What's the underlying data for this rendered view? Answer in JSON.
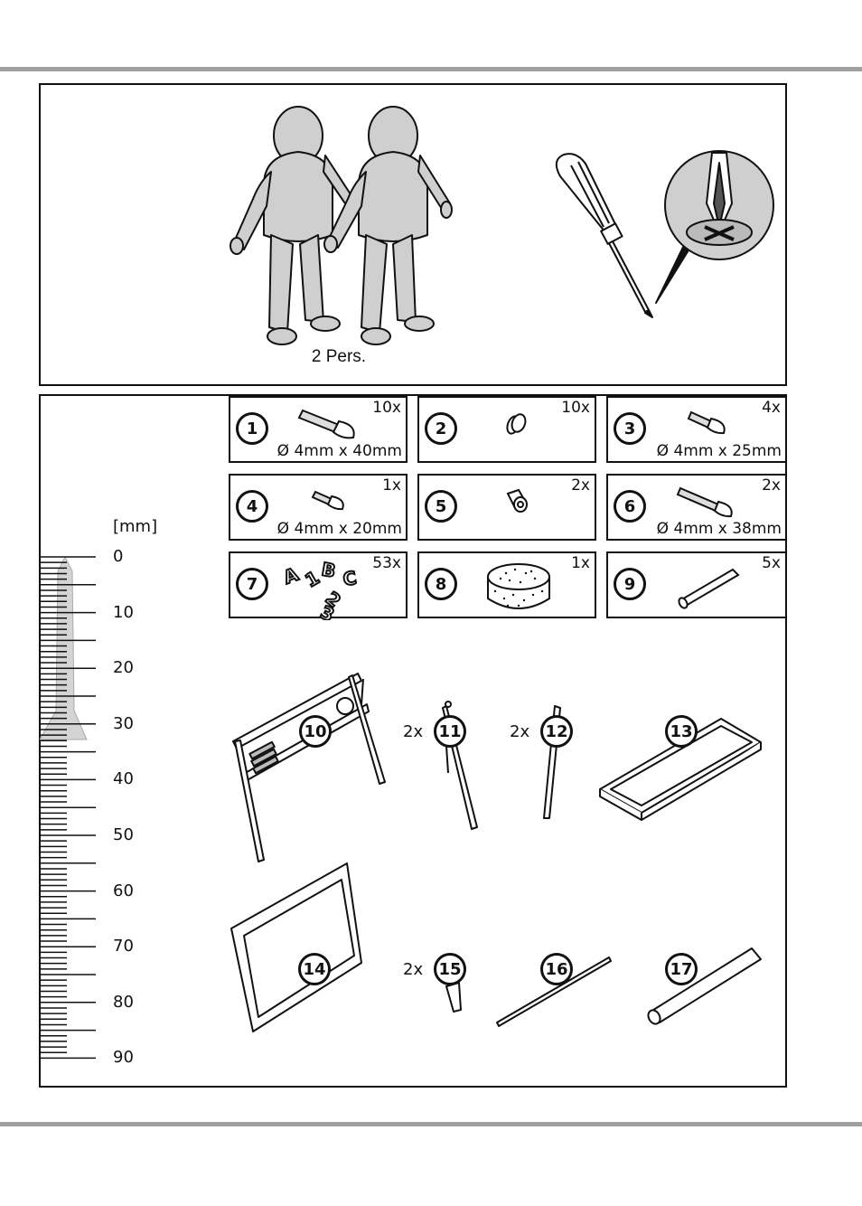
{
  "header_rule_color": "#a0a0a0",
  "tools": {
    "people_label": "2 Pers.",
    "tool_icon": "phillips-screwdriver-icon"
  },
  "parts_small": [
    {
      "num": "1",
      "qty": "10x",
      "dim": "Ø 4mm x 40mm",
      "icon": "screw-icon"
    },
    {
      "num": "2",
      "qty": "10x",
      "dim": "",
      "icon": "cap-icon"
    },
    {
      "num": "3",
      "qty": "4x",
      "dim": "Ø 4mm x 25mm",
      "icon": "screw-icon"
    },
    {
      "num": "4",
      "qty": "1x",
      "dim": "Ø 4mm x 20mm",
      "icon": "screw-icon"
    },
    {
      "num": "5",
      "qty": "2x",
      "dim": "",
      "icon": "spacer-icon"
    },
    {
      "num": "6",
      "qty": "2x",
      "dim": "Ø 4mm x 38mm",
      "icon": "screw-icon"
    },
    {
      "num": "7",
      "qty": "53x",
      "dim": "",
      "icon": "letters-numbers-icon"
    },
    {
      "num": "8",
      "qty": "1x",
      "dim": "",
      "icon": "sponge-icon"
    },
    {
      "num": "9",
      "qty": "5x",
      "dim": "",
      "icon": "dowel-icon"
    }
  ],
  "parts_large": [
    {
      "num": "10",
      "mult": "",
      "icon": "board-frame-icon"
    },
    {
      "num": "11",
      "mult": "2x",
      "icon": "leg-icon"
    },
    {
      "num": "12",
      "mult": "2x",
      "icon": "leg-icon"
    },
    {
      "num": "13",
      "mult": "",
      "icon": "tray-frame-icon"
    },
    {
      "num": "14",
      "mult": "",
      "icon": "panel-frame-icon"
    },
    {
      "num": "15",
      "mult": "2x",
      "icon": "bracket-icon"
    },
    {
      "num": "16",
      "mult": "",
      "icon": "rod-icon"
    },
    {
      "num": "17",
      "mult": "",
      "icon": "tube-icon"
    }
  ],
  "ruler": {
    "unit": "[mm]",
    "labels": [
      "0",
      "10",
      "20",
      "30",
      "40",
      "50",
      "60",
      "70",
      "80",
      "90"
    ]
  }
}
